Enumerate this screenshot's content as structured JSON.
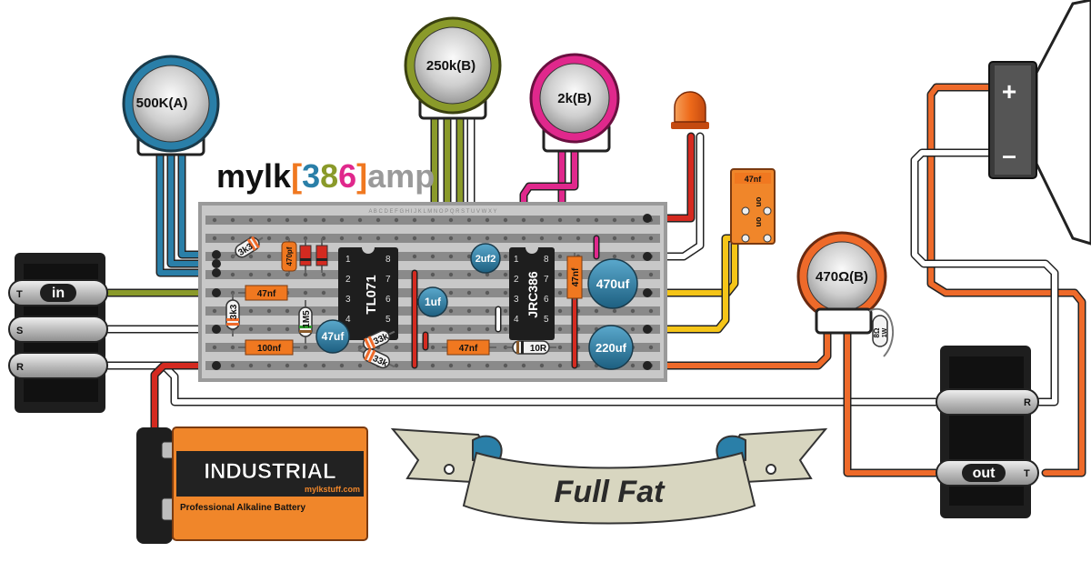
{
  "title": {
    "part1": "mylk",
    "bracket_open": "[",
    "d3": "3",
    "d8": "8",
    "d6": "6",
    "bracket_close": "]",
    "part2": "amp"
  },
  "title_colors": {
    "d3": "#2a7fa8",
    "d8": "#8a9a2a",
    "d6": "#e0288c",
    "brackets": "#f07820",
    "amp": "#9a9a9a"
  },
  "pots": {
    "volume": "500K(A)",
    "gain": "250k(B)",
    "tone": "2k(B)",
    "output": "470Ω(B)"
  },
  "ics": {
    "preamp": "TL071",
    "power": "JRC386"
  },
  "ic_pins_left": [
    "1",
    "2",
    "3",
    "4"
  ],
  "ic_pins_right": [
    "8",
    "7",
    "6",
    "5"
  ],
  "resistors": {
    "r1": "3k3",
    "r2": "3k3",
    "r3": "1M5",
    "r4": "33k",
    "r5": "33k",
    "r6": "10R",
    "r7": "8Ω",
    "r7_power": "1W"
  },
  "capacitors": {
    "c1": "470pf",
    "c2": "47nf",
    "c3": "100nf",
    "c4": "47uf",
    "c5": "1uf",
    "c6": "2uf2",
    "c7": "47nf",
    "c8": "47nf",
    "c9": "470uf",
    "c10": "220uf",
    "c11": "47nf"
  },
  "switch": {
    "top": "on",
    "bottom": "on"
  },
  "jacks": {
    "input": "in",
    "output": "out",
    "in_t": "T",
    "in_s": "S",
    "in_r": "R",
    "out_r": "R",
    "out_t": "T"
  },
  "speaker": {
    "plus": "+",
    "minus": "–"
  },
  "battery": {
    "brand": "INDUSTRIAL",
    "site": "mylkstuff.com",
    "type": "Professional Alkaline Battery"
  },
  "banner": "Full Fat",
  "stripboard_letters": "A B C D E F G H I J K L M N O P Q R S T U V W X Y",
  "colors": {
    "board": "#c8c8c8",
    "strip": "#8a8a8a",
    "wire_blue": "#2a7fa8",
    "wire_green": "#8a9a2a",
    "wire_pink": "#e0288c",
    "wire_red": "#d42a20",
    "wire_orange": "#ee6a2a",
    "wire_yellow": "#f5c518",
    "wire_white": "#ffffff",
    "cap_blue": "#2a7fa8",
    "film_cap": "#f07820",
    "battery_orange": "#f0862a"
  }
}
